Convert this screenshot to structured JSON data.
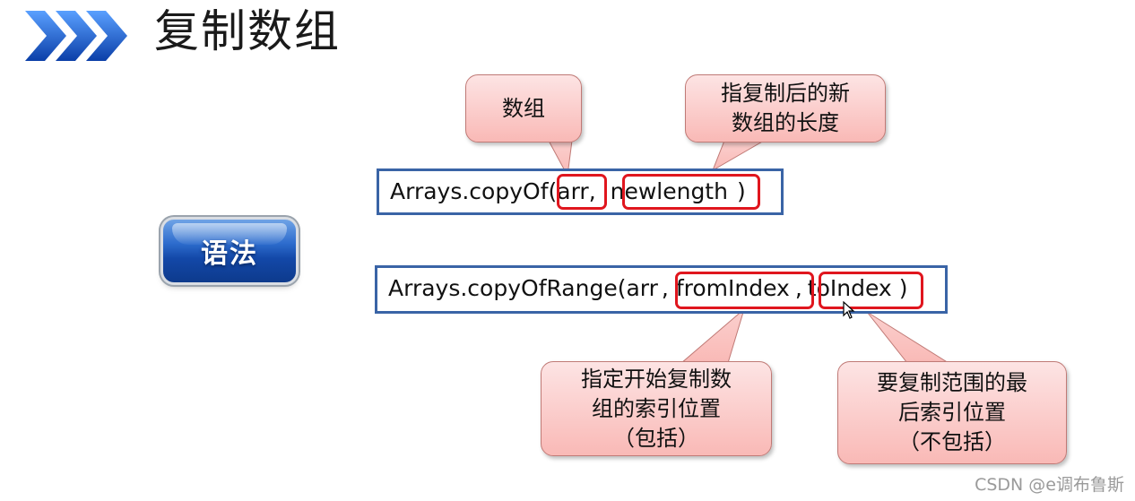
{
  "slide": {
    "title": "复制数组",
    "syntax_label": "语法"
  },
  "code": {
    "copyof": {
      "method": "Arrays.copyOf(",
      "param1": "arr",
      "sep": ",",
      "param2": "newlength",
      "close": ")"
    },
    "copyofrange": {
      "method": "Arrays.copyOfRange(",
      "param1": "arr",
      "sep1": ",",
      "param2": "fromIndex",
      "sep2": ",",
      "param3": "toIndex",
      "close": ")"
    }
  },
  "callouts": {
    "array": {
      "line1": "数组"
    },
    "newlength": {
      "line1": "指复制后的新",
      "line2": "数组的长度"
    },
    "fromindex": {
      "line1": "指定开始复制数",
      "line2": "组的索引位置",
      "line3": "（包括）"
    },
    "toindex": {
      "line1": "要复制范围的最",
      "line2": "后索引位置",
      "line3": "（不包括）"
    }
  },
  "watermark": "CSDN @e调布鲁斯",
  "colors": {
    "code_border": "#3a64a6",
    "highlight": "#e0161e",
    "callout_fill": "#f9b9b6",
    "badge_blue": "#1348a8"
  },
  "icons": {
    "title_arrows": "triple-chevron-right",
    "cursor": "mouse-pointer"
  }
}
